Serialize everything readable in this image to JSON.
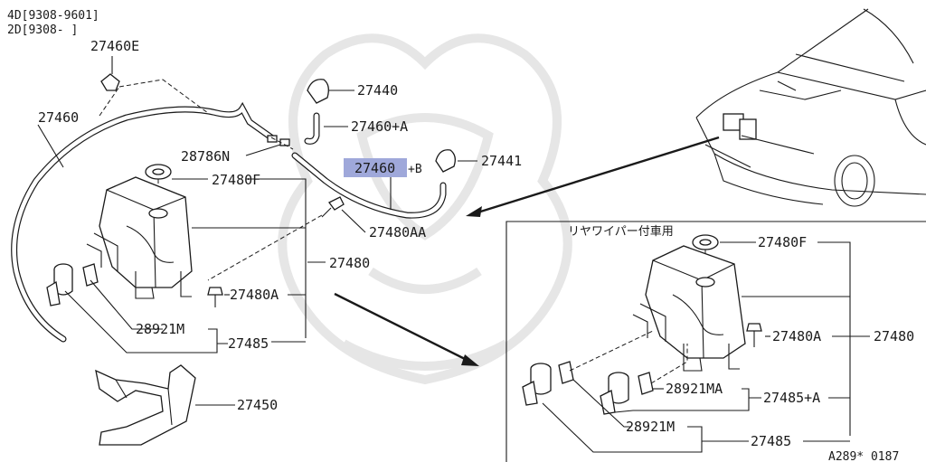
{
  "header": {
    "line1": "4D[9308-9601]",
    "line2": "2D[9308-    ]"
  },
  "colors": {
    "highlight": "#9fa8da",
    "ink": "#1a1a1a",
    "watermark": "#e6e6e6"
  },
  "parts": {
    "p27460E": "27460E",
    "p27460": "27460",
    "p27440": "27440",
    "p27460A": "27460+A",
    "p28786N": "28786N",
    "p27460B_num": "27460",
    "p27460B_suffix": "+B",
    "p27441": "27441",
    "p27480F": "27480F",
    "p27480AA": "27480AA",
    "p27480": "27480",
    "p27480A": "27480A",
    "p28921M": "28921M",
    "p27485": "27485",
    "p27450": "27450"
  },
  "inset": {
    "title": "リヤワイパー付車用",
    "p27480F": "27480F",
    "p27480A": "27480A",
    "p27480": "27480",
    "p28921MA": "28921MA",
    "p27485A": "27485+A",
    "p28921M": "28921M",
    "p27485": "27485"
  },
  "footer": {
    "code": "A289* 0187"
  }
}
